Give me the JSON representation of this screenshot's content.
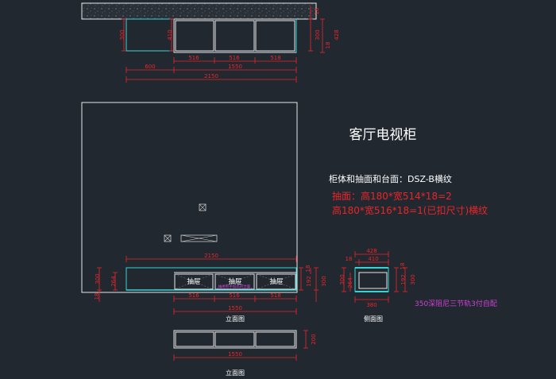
{
  "title": "客厅电视柜",
  "material": "柜体和抽面和台面：DSZ-B横纹",
  "spec1": "抽面：高180*宽514*18=2",
  "spec2": "高180*宽516*18=1(已扣尺寸)横纹",
  "rail_note": "350深阻尼三节轨3付自配",
  "drawer_label": "抽屉",
  "small_note": "抽屉把手加高的立面",
  "view_front": "立面图",
  "view_side": "侧面图",
  "view_bottom": "立面图",
  "top_dims": {
    "left_h": "300",
    "mid_h": "410",
    "right_h1": "300",
    "right_h2": "428",
    "top_small": "18",
    "right_small": "18",
    "w1": "516",
    "w2": "516",
    "w3": "518",
    "left_w": "600",
    "mid_w": "1550",
    "total_w": "2150"
  },
  "front_dims": {
    "top_w": "2150",
    "left_h": "300",
    "left_small": "18",
    "mid_h": "264",
    "right_a": "192",
    "right_b": "18",
    "right_c": "300",
    "w1": "516",
    "w2": "516",
    "w3": "518",
    "total_w": "1550"
  },
  "side_dims": {
    "top_w": "428",
    "inner_w": "410",
    "left_small": "18",
    "right_small": "18",
    "left_h": "300",
    "left_h2": "264",
    "right_h": "192",
    "right_h2": "300",
    "bottom_w": "380"
  },
  "bottom_dims": {
    "total_w": "1550",
    "h": "200"
  },
  "colors": {
    "background": "#212830",
    "line": "#e8e8e8",
    "cyan": "#35d3d3",
    "dim": "#e8262a",
    "magenta": "#d040d8"
  }
}
